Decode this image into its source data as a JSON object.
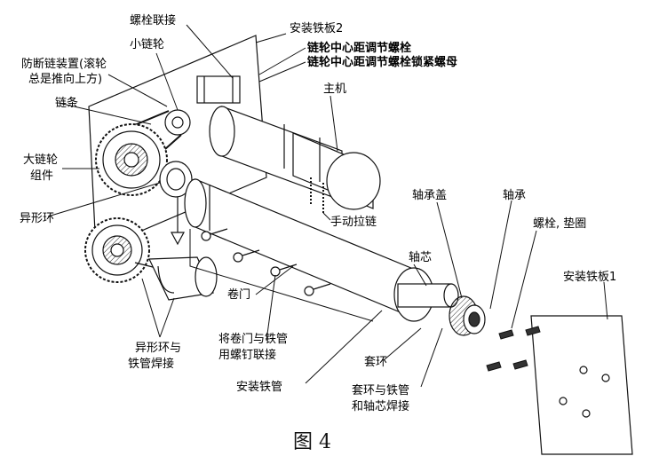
{
  "labels": {
    "bolt_connection": "螺栓联接",
    "mount_plate_2": "安装铁板2",
    "small_sprocket": "小链轮",
    "anti_break_device_1": "防断链装置(滚轮",
    "anti_break_device_2": "总是推向上方)",
    "sprocket_center_bolt": "链轮中心距调节螺栓",
    "sprocket_center_nut": "链轮中心距调节螺栓锁紧螺母",
    "chain": "链条",
    "main_motor": "主机",
    "large_sprocket_1": "大链轮",
    "large_sprocket_2": "组件",
    "bearing_cap": "轴承盖",
    "bearing": "轴承",
    "shaped_ring": "异形环",
    "manual_chain": "手动拉链",
    "bolt_washer": "螺栓, 垫圈",
    "shaft_core": "轴芯",
    "mount_plate_1": "安装铁板1",
    "rolling_door": "卷门",
    "ring_weld_1": "异形环与",
    "ring_weld_2": "铁管焊接",
    "door_screw_1": "将卷门与铁管",
    "door_screw_2": "用螺钉联接",
    "collar": "套环",
    "mount_tube": "安装铁管",
    "collar_weld_1": "套环与铁管",
    "collar_weld_2": "和轴芯焊接"
  },
  "caption": "图 4"
}
